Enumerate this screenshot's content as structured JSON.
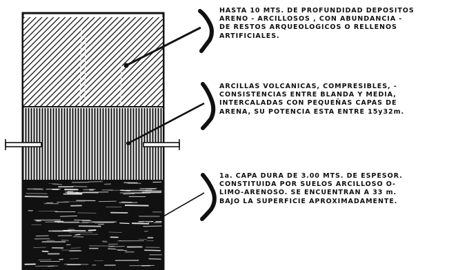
{
  "diagram": {
    "colors": {
      "ink": "#111111",
      "paper": "#ffffff"
    },
    "strata": [
      {
        "id": "upper",
        "pattern": "diagonal-hatch",
        "description_lines": [
          "HASTA 10 MTS. DE PROFUNDIDAD DEPOSITOS",
          "ARENO - ARCILLOSOS , CON ABUNDANCIA -",
          "DE RESTOS ARQUEOLOGICOS O RELLENOS",
          "ARTIFICIALES."
        ]
      },
      {
        "id": "middle",
        "pattern": "vertical-hatch",
        "description_lines": [
          "ARCILLAS VOLCANICAS, COMPRESIBLES, -",
          "CONSISTENCIAS ENTRE BLANDA Y MEDIA,",
          "INTERCALADAS CON PEQUEÑAS CAPAS DE",
          "ARENA, SU POTENCIA ESTA ENTRE 15y32m."
        ]
      },
      {
        "id": "lower",
        "pattern": "dark-horizontal-streaks",
        "description_lines": [
          "1a. CAPA DURA DE 3.00 MTS. DE ESPESOR.",
          "CONSTITUIDA POR SUELOS ARCILLOSO O-",
          "LIMO-ARENOSO. SE ENCUENTRAN A 33 m.",
          "BAJO LA SUPERFICIE APROXIMADAMENTE."
        ]
      }
    ]
  }
}
